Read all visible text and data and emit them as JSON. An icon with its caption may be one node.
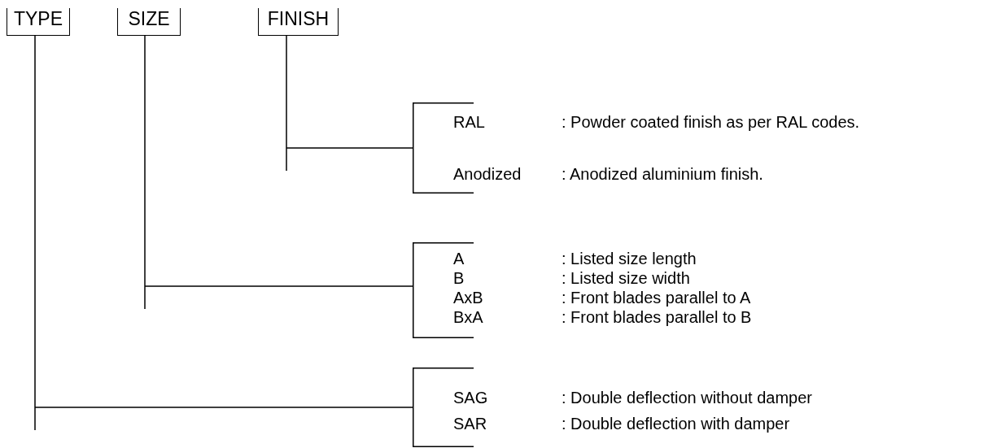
{
  "diagram": {
    "nodes": [
      {
        "text": [
          "TYPE"
        ]
      },
      {
        "text": [
          "SIZE"
        ]
      },
      {
        "text": [
          "FINISH"
        ]
      },
      {
        "text": [],
        "shape": "bracket"
      },
      {
        "text": [],
        "shape": "bracket"
      },
      {
        "text": [],
        "shape": "bracket"
      }
    ],
    "edges": [
      {
        "from": 2,
        "to": 3,
        "arrow": "none"
      },
      {
        "from": 1,
        "to": 4,
        "arrow": "none"
      },
      {
        "from": 0,
        "to": 5,
        "arrow": "none"
      }
    ],
    "labels": [
      "RAL",
      ": Powder coated finish as per RAL codes.",
      "Anodized",
      ": Anodized aluminium finish.",
      "A",
      ": Listed size length",
      "B",
      ": Listed size width",
      "AxB",
      ": Front blades parallel to A",
      "BxA",
      ": Front blades parallel to B",
      "SAG",
      ": Double deflection without damper",
      "SAR",
      ": Double deflection with damper"
    ]
  }
}
